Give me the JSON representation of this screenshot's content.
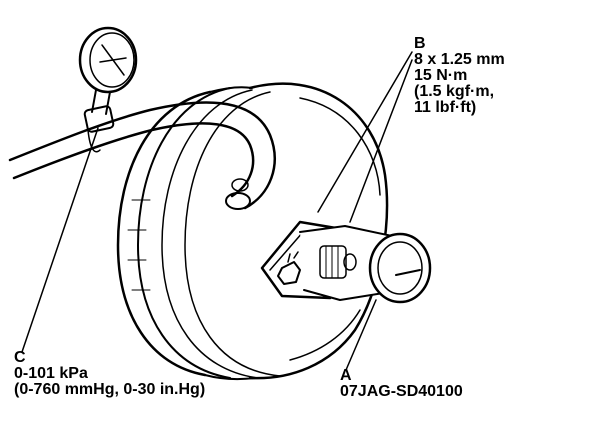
{
  "callouts": {
    "b": {
      "letter": "B",
      "lines": [
        "8 x 1.25 mm",
        "15 N·m",
        "(1.5 kgf·m,",
        "11 lbf·ft)"
      ]
    },
    "c": {
      "letter": "C",
      "lines": [
        "0-101 kPa",
        "(0-760 mmHg, 0-30 in.Hg)"
      ]
    },
    "a": {
      "letter": "A",
      "lines": [
        "07JAG-SD40100"
      ]
    }
  },
  "colors": {
    "ink": "#000000",
    "background": "#ffffff"
  }
}
